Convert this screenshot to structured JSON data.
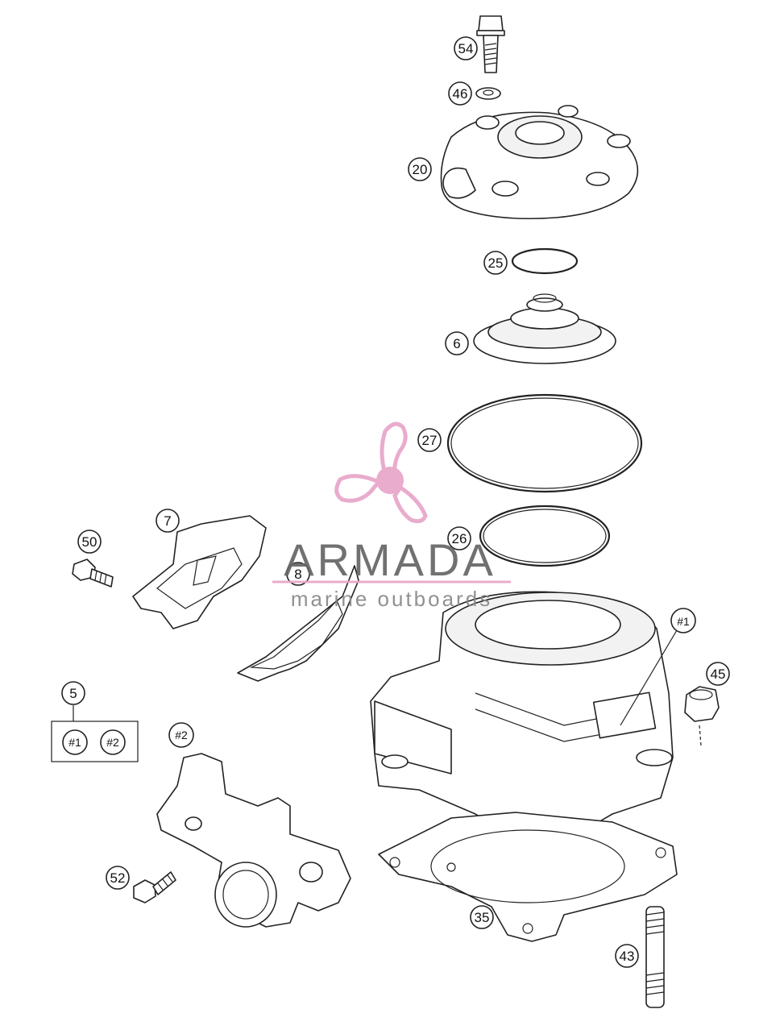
{
  "callouts": {
    "c54": "54",
    "c46": "46",
    "c20": "20",
    "c25": "25",
    "c6": "6",
    "c27": "27",
    "c26": "26",
    "c7": "7",
    "c50": "50",
    "c8": "8",
    "c1": "#1",
    "c45": "45",
    "c5": "5",
    "c5a": "#1",
    "c5b": "#2",
    "c2": "#2",
    "c52": "52",
    "c35": "35",
    "c43": "43"
  },
  "watermark": {
    "title": "ARMADA",
    "subtitle": "marine outboards",
    "accent_color": "#e8a6c8",
    "text_color": "#6a6a6a",
    "logo": "propeller-logo-icon"
  }
}
